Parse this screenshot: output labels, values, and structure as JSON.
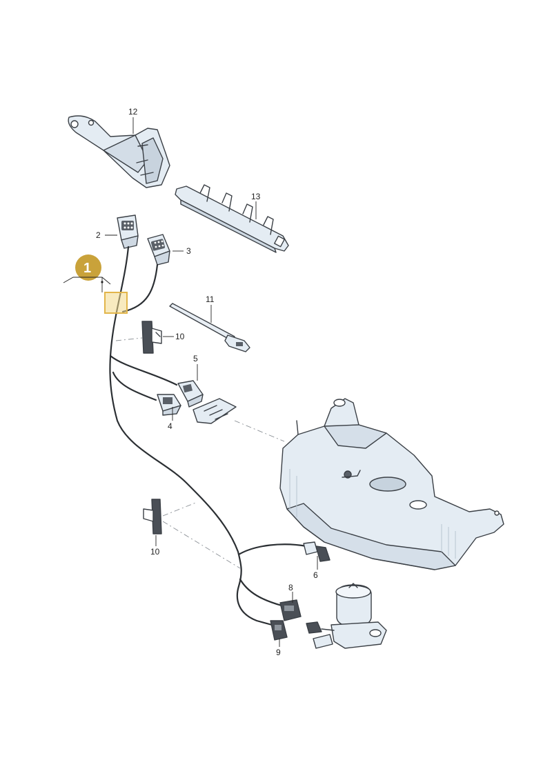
{
  "badge": {
    "label": "1",
    "color": "#c9a23a"
  },
  "callouts": {
    "c2": "2",
    "c3": "3",
    "c4": "4",
    "c5": "5",
    "c6": "6",
    "c8": "8",
    "c9": "9",
    "c10a": "10",
    "c10b": "10",
    "c11": "11",
    "c12": "12",
    "c13": "13"
  },
  "colors": {
    "line": "#3a3f45",
    "part_fill": "#e4ecf3",
    "wire": "#2b2f33",
    "highlight": "#e2b54a"
  }
}
